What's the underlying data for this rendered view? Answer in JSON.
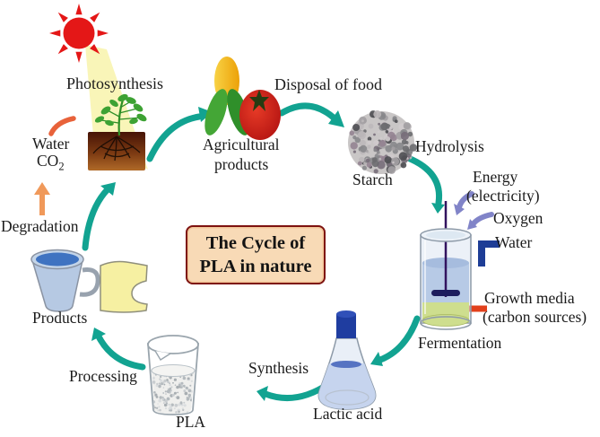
{
  "title": {
    "line1": "The Cycle of",
    "line2": "PLA in nature"
  },
  "stages": {
    "photosynthesis": "Photosynthesis",
    "water_co2": {
      "water": "Water",
      "co2_base": "CO",
      "co2_sub": "2"
    },
    "degradation": "Degradation",
    "products": "Products",
    "processing": "Processing",
    "pla": "PLA",
    "synthesis": "Synthesis",
    "lactic_acid": "Lactic acid",
    "fermentation": "Fermentation",
    "hydrolysis": "Hydrolysis",
    "starch": "Starch",
    "disposal_of_food": "Disposal of food",
    "agricultural_products": {
      "line1": "Agricultural",
      "line2": "products"
    }
  },
  "inputs": {
    "energy": {
      "line1": "Energy",
      "line2": "(electricity)"
    },
    "oxygen": "Oxygen",
    "water": "Water",
    "growth_media": {
      "line1": "Growth media",
      "line2": "(carbon sources)"
    }
  },
  "colors": {
    "cycle_arrow_teal": "#12a391",
    "sun_red": "#e41717",
    "light_beam_yellow": "#f8f3ac",
    "orange_arrow": "#f0995a",
    "purple_arrow": "#8184c8",
    "water_pipe_blue": "#1e3d96",
    "growth_media_pipe_red": "#e2401c",
    "title_box_bg": "#f8dab6",
    "title_box_border": "#7e1210",
    "leaf_green": "#3da233",
    "corn_yellow": "#f2b41c",
    "tomato_red": "#c61818",
    "fermenter_liquid": "#b7cae6",
    "growth_media_green": "#cede8e",
    "mug_blue": "#b6c9e3",
    "film_yellow": "#f6f0a2"
  }
}
